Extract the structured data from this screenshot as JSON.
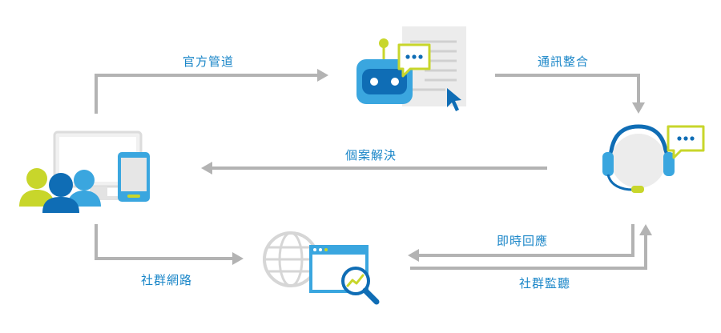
{
  "labels": {
    "official_channel": "官方管道",
    "message_integration": "通訊整合",
    "case_resolution": "個案解決",
    "instant_reply": "即時回應",
    "social_network": "社群網路",
    "social_listening": "社群監聽"
  },
  "icons": {
    "users": "users-devices-icon",
    "chatbot": "chatbot-document-icon",
    "agent": "customer-service-agent-icon",
    "web_monitor": "web-monitoring-icon"
  },
  "colors": {
    "arrow": "#b3b3b3",
    "label": "#1a86c8",
    "blue": "#3aa6df",
    "dark_blue": "#0f6db5",
    "lime": "#c8d62b",
    "light_gray": "#e8e8e8"
  }
}
